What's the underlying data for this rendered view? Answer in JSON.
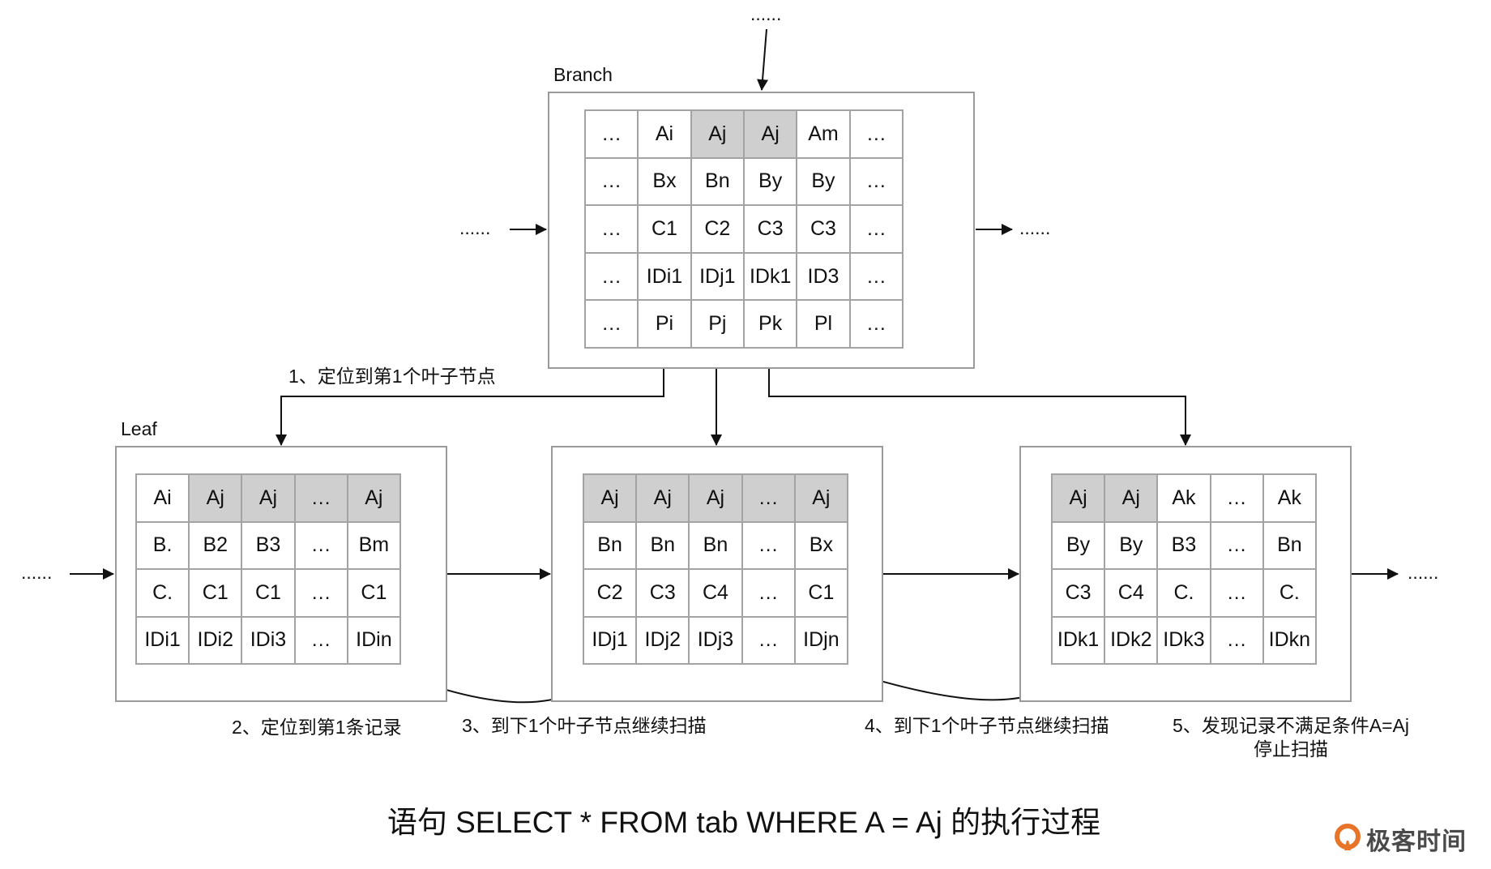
{
  "title": "语句 SELECT * FROM tab WHERE A = Aj 的执行过程",
  "ellipsis": "......",
  "branch": {
    "label": "Branch",
    "rows": [
      [
        "…",
        "Ai",
        "Aj",
        "Aj",
        "Am",
        "…"
      ],
      [
        "…",
        "Bx",
        "Bn",
        "By",
        "By",
        "…"
      ],
      [
        "…",
        "C1",
        "C2",
        "C3",
        "C3",
        "…"
      ],
      [
        "…",
        "IDi1",
        "IDj1",
        "IDk1",
        "ID3",
        "…"
      ],
      [
        "…",
        "Pi",
        "Pj",
        "Pk",
        "Pl",
        "…"
      ]
    ],
    "highlighted": [
      [
        0,
        2
      ],
      [
        0,
        3
      ]
    ]
  },
  "leaf_label": "Leaf",
  "leaves": [
    {
      "rows": [
        [
          "Ai",
          "Aj",
          "Aj",
          "…",
          "Aj"
        ],
        [
          "B.",
          "B2",
          "B3",
          "…",
          "Bm"
        ],
        [
          "C.",
          "C1",
          "C1",
          "…",
          "C1"
        ],
        [
          "IDi1",
          "IDi2",
          "IDi3",
          "…",
          "IDin"
        ]
      ],
      "highlighted": [
        [
          0,
          1
        ],
        [
          0,
          2
        ],
        [
          0,
          3
        ],
        [
          0,
          4
        ]
      ]
    },
    {
      "rows": [
        [
          "Aj",
          "Aj",
          "Aj",
          "…",
          "Aj"
        ],
        [
          "Bn",
          "Bn",
          "Bn",
          "…",
          "Bx"
        ],
        [
          "C2",
          "C3",
          "C4",
          "…",
          "C1"
        ],
        [
          "IDj1",
          "IDj2",
          "IDj3",
          "…",
          "IDjn"
        ]
      ],
      "highlighted": [
        [
          0,
          0
        ],
        [
          0,
          1
        ],
        [
          0,
          2
        ],
        [
          0,
          3
        ],
        [
          0,
          4
        ]
      ]
    },
    {
      "rows": [
        [
          "Aj",
          "Aj",
          "Ak",
          "…",
          "Ak"
        ],
        [
          "By",
          "By",
          "B3",
          "…",
          "Bn"
        ],
        [
          "C3",
          "C4",
          "C.",
          "…",
          "C."
        ],
        [
          "IDk1",
          "IDk2",
          "IDk3",
          "…",
          "IDkn"
        ]
      ],
      "highlighted": [
        [
          0,
          0
        ],
        [
          0,
          1
        ]
      ]
    }
  ],
  "steps": {
    "step1": "1、定位到第1个叶子节点",
    "step2": "2、定位到第1条记录",
    "step3": "3、到下1个叶子节点继续扫描",
    "step4": "4、到下1个叶子节点继续扫描",
    "step5_line1": "5、发现记录不满足条件A=Aj",
    "step5_line2": "停止扫描"
  },
  "logo": {
    "text": "极客时间",
    "accent_color": "#e8742a"
  },
  "colors": {
    "highlight": "#cfcfcf",
    "border": "#a3a3a3",
    "line": "#111111"
  }
}
